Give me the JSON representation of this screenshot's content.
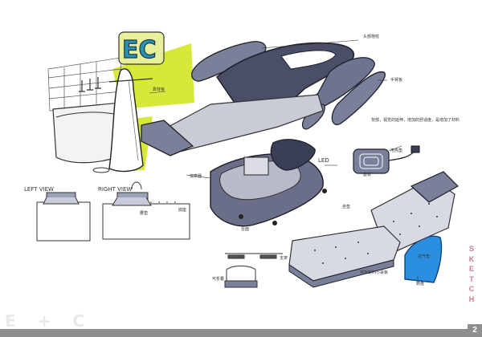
{
  "sheet": {
    "logo_text": "EC",
    "section_label_letters": [
      "S",
      "K",
      "E",
      "T",
      "C",
      "H"
    ],
    "page_number": "2",
    "footer_brand": "E + C",
    "colors": {
      "accent_yellow": "#d6e93a",
      "logo_blue": "#2d8fb3",
      "product_gray": "#7a7f9a",
      "product_dark": "#3b3f55",
      "base_blue": "#2a8fe0",
      "label_pink": "#c87c8c"
    }
  },
  "notes": {
    "left_view": "LEFT VIEW",
    "right_view": "RIGHT VIEW",
    "led": "LED",
    "n1": "头部抱枕",
    "n2": "手臂板",
    "n3": "靠背板",
    "n4": "背部，视觉的延伸，增加的舒适度，是增加了材料",
    "n5": "电热垫",
    "n6": "按摩器",
    "n7": "座板",
    "n8": "坐垫",
    "n9": "台面",
    "n10": "腰垫",
    "n11": "底座",
    "n12": "支架",
    "n13": "充气垫",
    "n14": "转盘",
    "n15": "可折叠",
    "n16": "可拆卸的小桌板"
  }
}
